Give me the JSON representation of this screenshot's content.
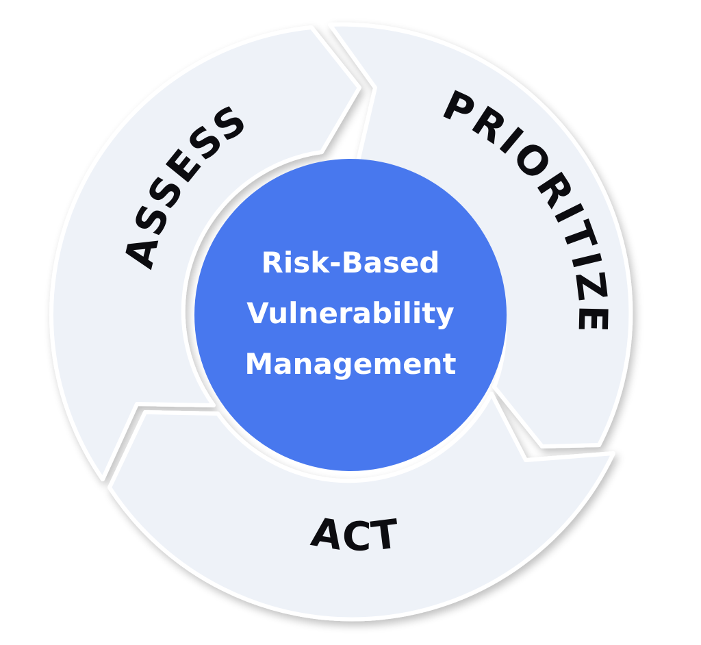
{
  "center": {
    "lines": [
      "Risk-Based",
      "Vulnerability",
      "Management"
    ]
  },
  "stages": [
    {
      "id": "assess",
      "label": "ASSESS"
    },
    {
      "id": "prioritize",
      "label": "PRIORITIZE"
    },
    {
      "id": "act",
      "label": "ACT"
    }
  ],
  "colors": {
    "segment_fill": "#eef2f8",
    "segment_shadow": "#d9dde3",
    "center_fill": "#4878ee",
    "label_text": "#0c0c10",
    "center_text": "#ffffff"
  }
}
